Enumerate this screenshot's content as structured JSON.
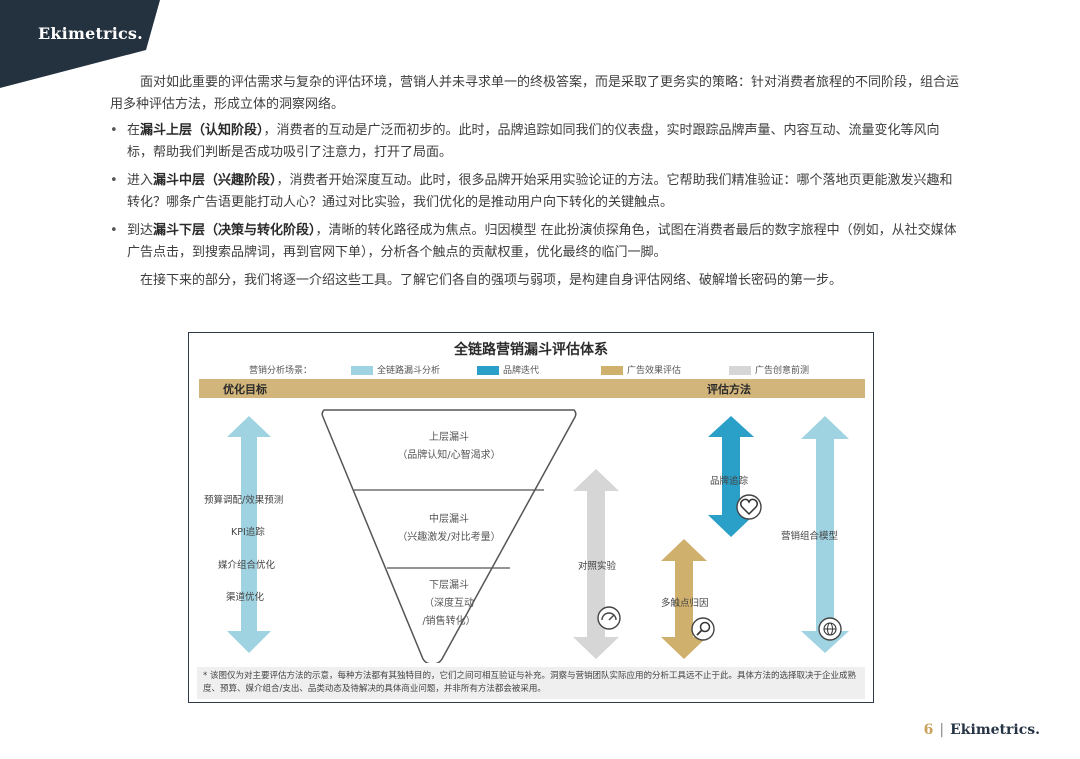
{
  "brand": {
    "logo": "Ekimetrics.",
    "dark": "#24313f",
    "gold": "#c9a15a"
  },
  "content": {
    "intro": "面对如此重要的评估需求与复杂的评估环境，营销人并未寻求单一的终极答案，而是采取了更务实的策略：针对消费者旅程的不同阶段，组合运用多种评估方法，形成立体的洞察网络。",
    "bullets": [
      {
        "pre": "在",
        "bold": "漏斗上层（认知阶段）",
        "post": "，消费者的互动是广泛而初步的。此时，品牌追踪如同我们的仪表盘，实时跟踪品牌声量、内容互动、流量变化等风向标，帮助我们判断是否成功吸引了注意力，打开了局面。"
      },
      {
        "pre": "进入",
        "bold": "漏斗中层（兴趣阶段）",
        "post": "，消费者开始深度互动。此时，很多品牌开始采用实验论证的方法。它帮助我们精准验证：哪个落地页更能激发兴趣和转化？哪条广告语更能打动人心？通过对比实验，我们优化的是推动用户向下转化的关键触点。"
      },
      {
        "pre": "到达",
        "bold": "漏斗下层（决策与转化阶段）",
        "post": "，清晰的转化路径成为焦点。归因模型 在此扮演侦探角色，试图在消费者最后的数字旅程中（例如，从社交媒体广告点击，到搜索品牌词，再到官网下单），分析各个触点的贡献权重，优化最终的临门一脚。"
      }
    ],
    "closing": "在接下来的部分，我们将逐一介绍这些工具。了解它们各自的强项与弱项，是构建自身评估网络、破解增长密码的第一步。"
  },
  "figure": {
    "title": "全链路营销漏斗评估体系",
    "legend_label": "营销分析场景：",
    "legend": [
      {
        "label": "全链路漏斗分析",
        "color": "#9fd3e2"
      },
      {
        "label": "品牌迭代",
        "color": "#2a9fc7"
      },
      {
        "label": "广告效果评估",
        "color": "#cfb06c"
      },
      {
        "label": "广告创意前测",
        "color": "#d6d6d6"
      }
    ],
    "left_header": "优化目标",
    "right_header": "评估方法",
    "goals": [
      "预算调配/效果预测",
      "KPI追踪",
      "媒介组合优化",
      "渠道优化"
    ],
    "funnel": [
      {
        "name": "上层漏斗",
        "desc": "（品牌认知/心智渴求）"
      },
      {
        "name": "中层漏斗",
        "desc": "（兴趣激发/对比考量）"
      },
      {
        "name": "下层漏斗",
        "desc": "（深度互动",
        "desc2": "/销售转化）"
      }
    ],
    "methods": {
      "ab_test": "对照实验",
      "brand_tracking": "品牌追踪",
      "mta": "多触点归因",
      "mmm": "营销组合模型"
    },
    "icons": [
      "chart-gauge-icon",
      "heart-icon",
      "magnifier-icon",
      "globe-icon"
    ],
    "footnote": "* 该图仅为对主要评估方法的示意，每种方法都有其独特目的，它们之间可相互验证与补充。洞察与营销团队实际应用的分析工具远不止于此。具体方法的选择取决于企业成熟度、预算、媒介组合/支出、品类动态及待解决的具体商业问题，并非所有方法都会被采用。"
  },
  "footer": {
    "page": "6",
    "separator": "|",
    "logo": "Ekimetrics."
  }
}
